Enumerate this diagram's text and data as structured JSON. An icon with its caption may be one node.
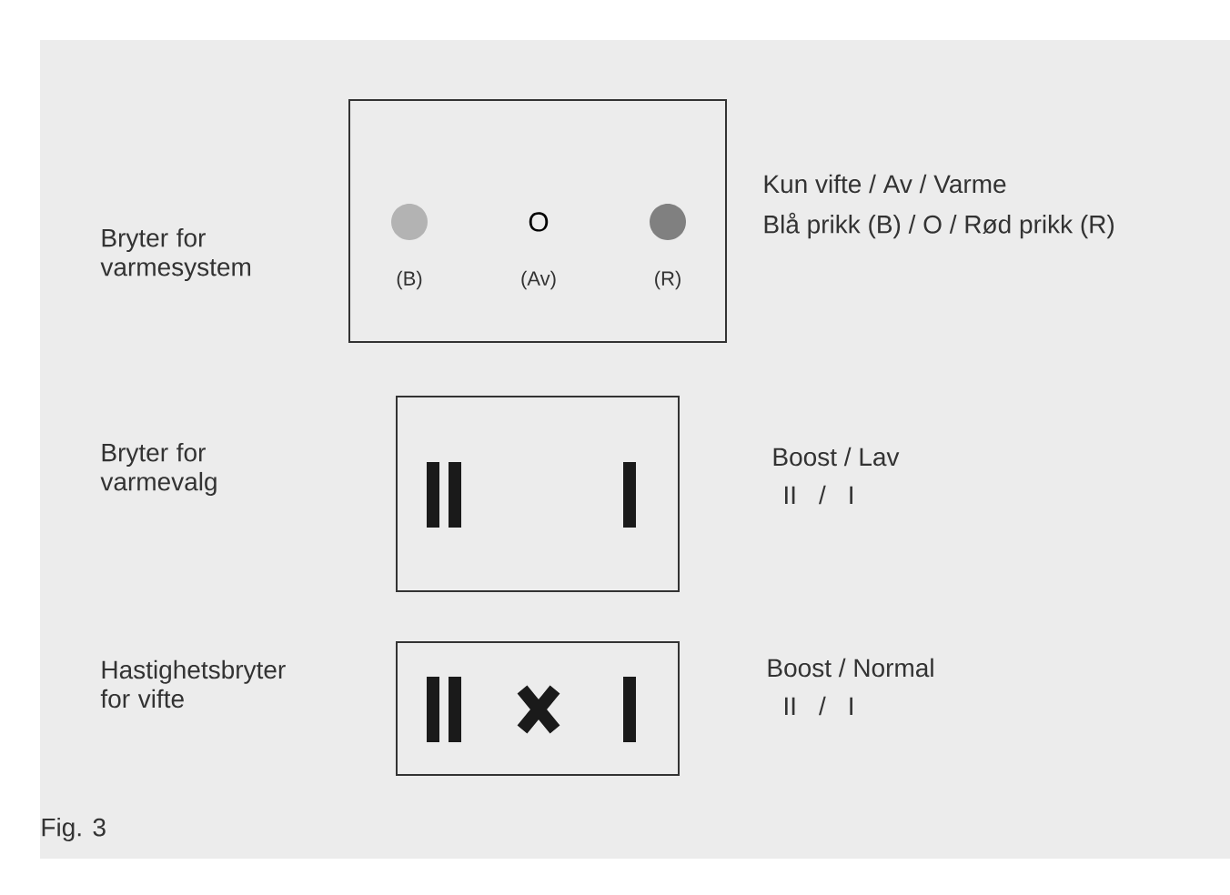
{
  "diagram": {
    "caption": "Fig. 3",
    "nodes": [
      {
        "text": [
          "O",
          "(B)",
          "(Av)",
          "(R)"
        ]
      },
      {
        "text": [],
        "shape": "box"
      },
      {
        "text": [],
        "shape": "box"
      }
    ],
    "edges": [],
    "labels": [
      "Bryter for varmesystem",
      "Kun vifte / Av / Varme",
      "Blå prikk (B) / O / Rød prikk (R)",
      "Bryter for varmevalg",
      "Boost / Lav",
      "II / I",
      "Hastighetsbryter for vifte",
      "Boost / Normal",
      "II / I"
    ]
  }
}
